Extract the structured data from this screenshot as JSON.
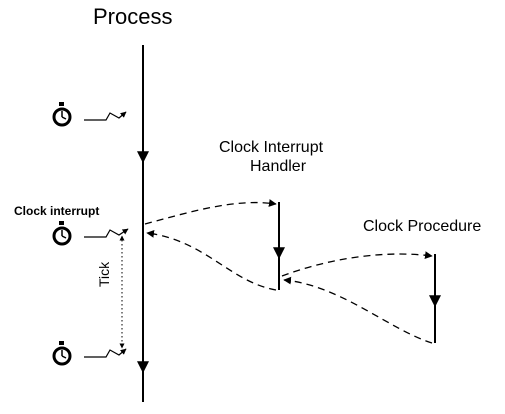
{
  "labels": {
    "process": "Process",
    "handler_line1": "Clock Interrupt",
    "handler_line2": "Handler",
    "procedure": "Clock Procedure",
    "interrupt": "Clock interrupt",
    "tick": "Tick"
  },
  "icons": [
    "stopwatch-icon",
    "stopwatch-icon",
    "stopwatch-icon",
    "lightning-arrow-icon"
  ],
  "colors": {
    "ink": "#000000",
    "background": "#ffffff"
  }
}
